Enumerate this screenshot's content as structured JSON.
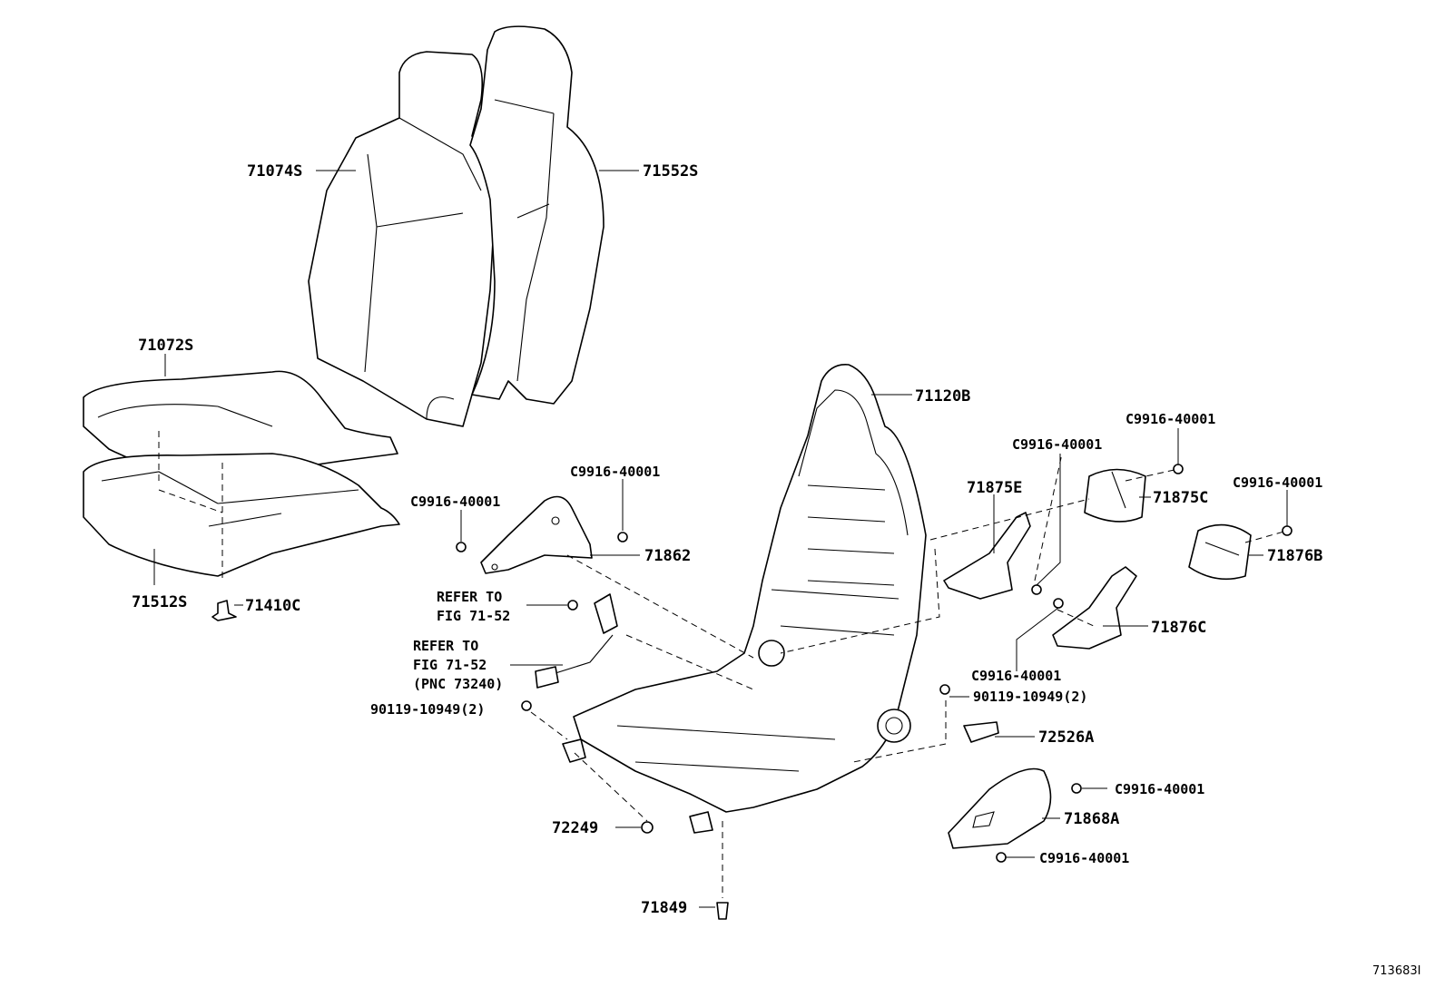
{
  "labels": {
    "p71074S": "71074S",
    "p71552S": "71552S",
    "p71072S": "71072S",
    "p71512S": "71512S",
    "p71410C": "71410C",
    "p71120B": "71120B",
    "p71862": "71862",
    "p71875E": "71875E",
    "p71875C": "71875C",
    "p71876B": "71876B",
    "p71876C": "71876C",
    "p72526A": "72526A",
    "p71868A": "71868A",
    "p72249": "72249",
    "p71849": "71849",
    "c9916_a": "C9916-40001",
    "c9916_b": "C9916-40001",
    "c9916_c": "C9916-40001",
    "c9916_d": "C9916-40001",
    "c9916_e": "C9916-40001",
    "c9916_f": "C9916-40001",
    "c9916_g": "C9916-40001",
    "c9916_h": "C9916-40001",
    "bolt_left": "90119-10949(2)",
    "bolt_right": "90119-10949(2)",
    "refer1_line1": "REFER TO",
    "refer1_line2": "FIG 71-52",
    "refer2_line1": "REFER TO",
    "refer2_line2": "FIG 71-52",
    "refer2_line3": "(PNC 73240)",
    "figure_id": "713683I"
  }
}
